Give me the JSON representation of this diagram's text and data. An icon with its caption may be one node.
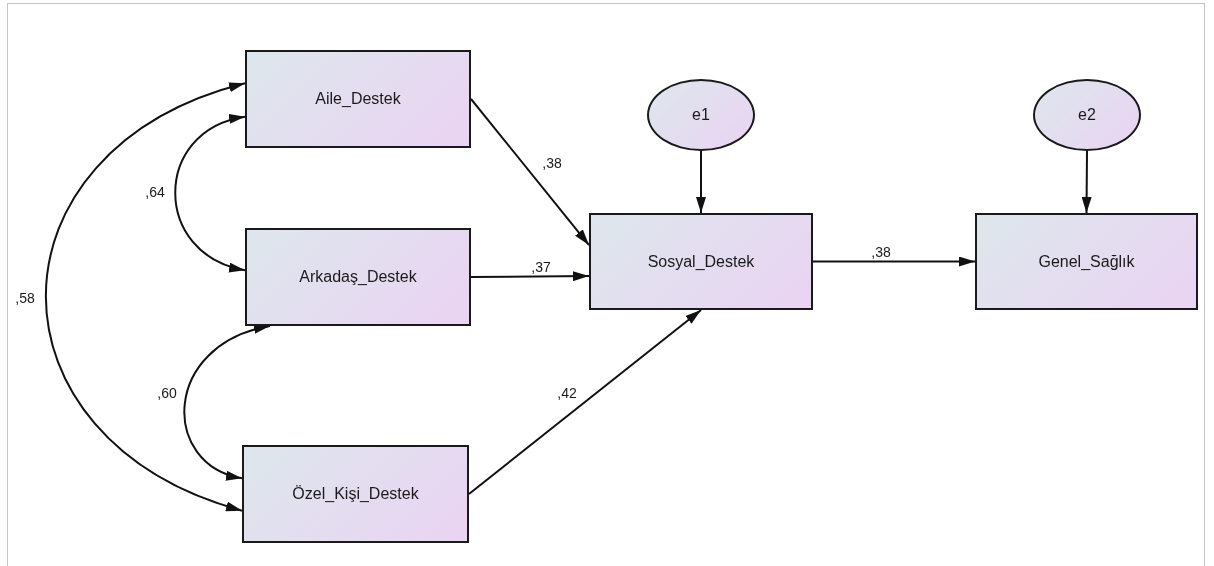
{
  "diagram": {
    "nodes": [
      {
        "text": [
          "Aile_Destek"
        ]
      },
      {
        "text": [
          "e1"
        ]
      },
      {
        "text": [
          "e2"
        ]
      },
      {
        "text": [
          "Arkadaş_Destek"
        ]
      },
      {
        "text": [
          "Sosyal_Destek"
        ]
      },
      {
        "text": [
          "Genel_Sağlık"
        ]
      },
      {
        "text": [
          "Özel_Kişi_Destek"
        ]
      }
    ],
    "edges": [
      {
        "from": 0,
        "to": 4,
        "arrow": "to",
        "label": ",38"
      },
      {
        "from": 3,
        "to": 4,
        "arrow": "to",
        "label": ",37"
      },
      {
        "from": 6,
        "to": 4,
        "arrow": "to",
        "label": ",42"
      },
      {
        "from": 1,
        "to": 4,
        "arrow": "to"
      },
      {
        "from": 4,
        "to": 5,
        "arrow": "to",
        "label": ",38"
      },
      {
        "from": 2,
        "to": 5,
        "arrow": "to"
      },
      {
        "from": 0,
        "to": 3,
        "arrow": "both",
        "label": ",64"
      },
      {
        "from": 3,
        "to": 6,
        "arrow": "both",
        "label": ",60"
      },
      {
        "from": 0,
        "to": 6,
        "arrow": "both",
        "label": ",58"
      }
    ]
  }
}
